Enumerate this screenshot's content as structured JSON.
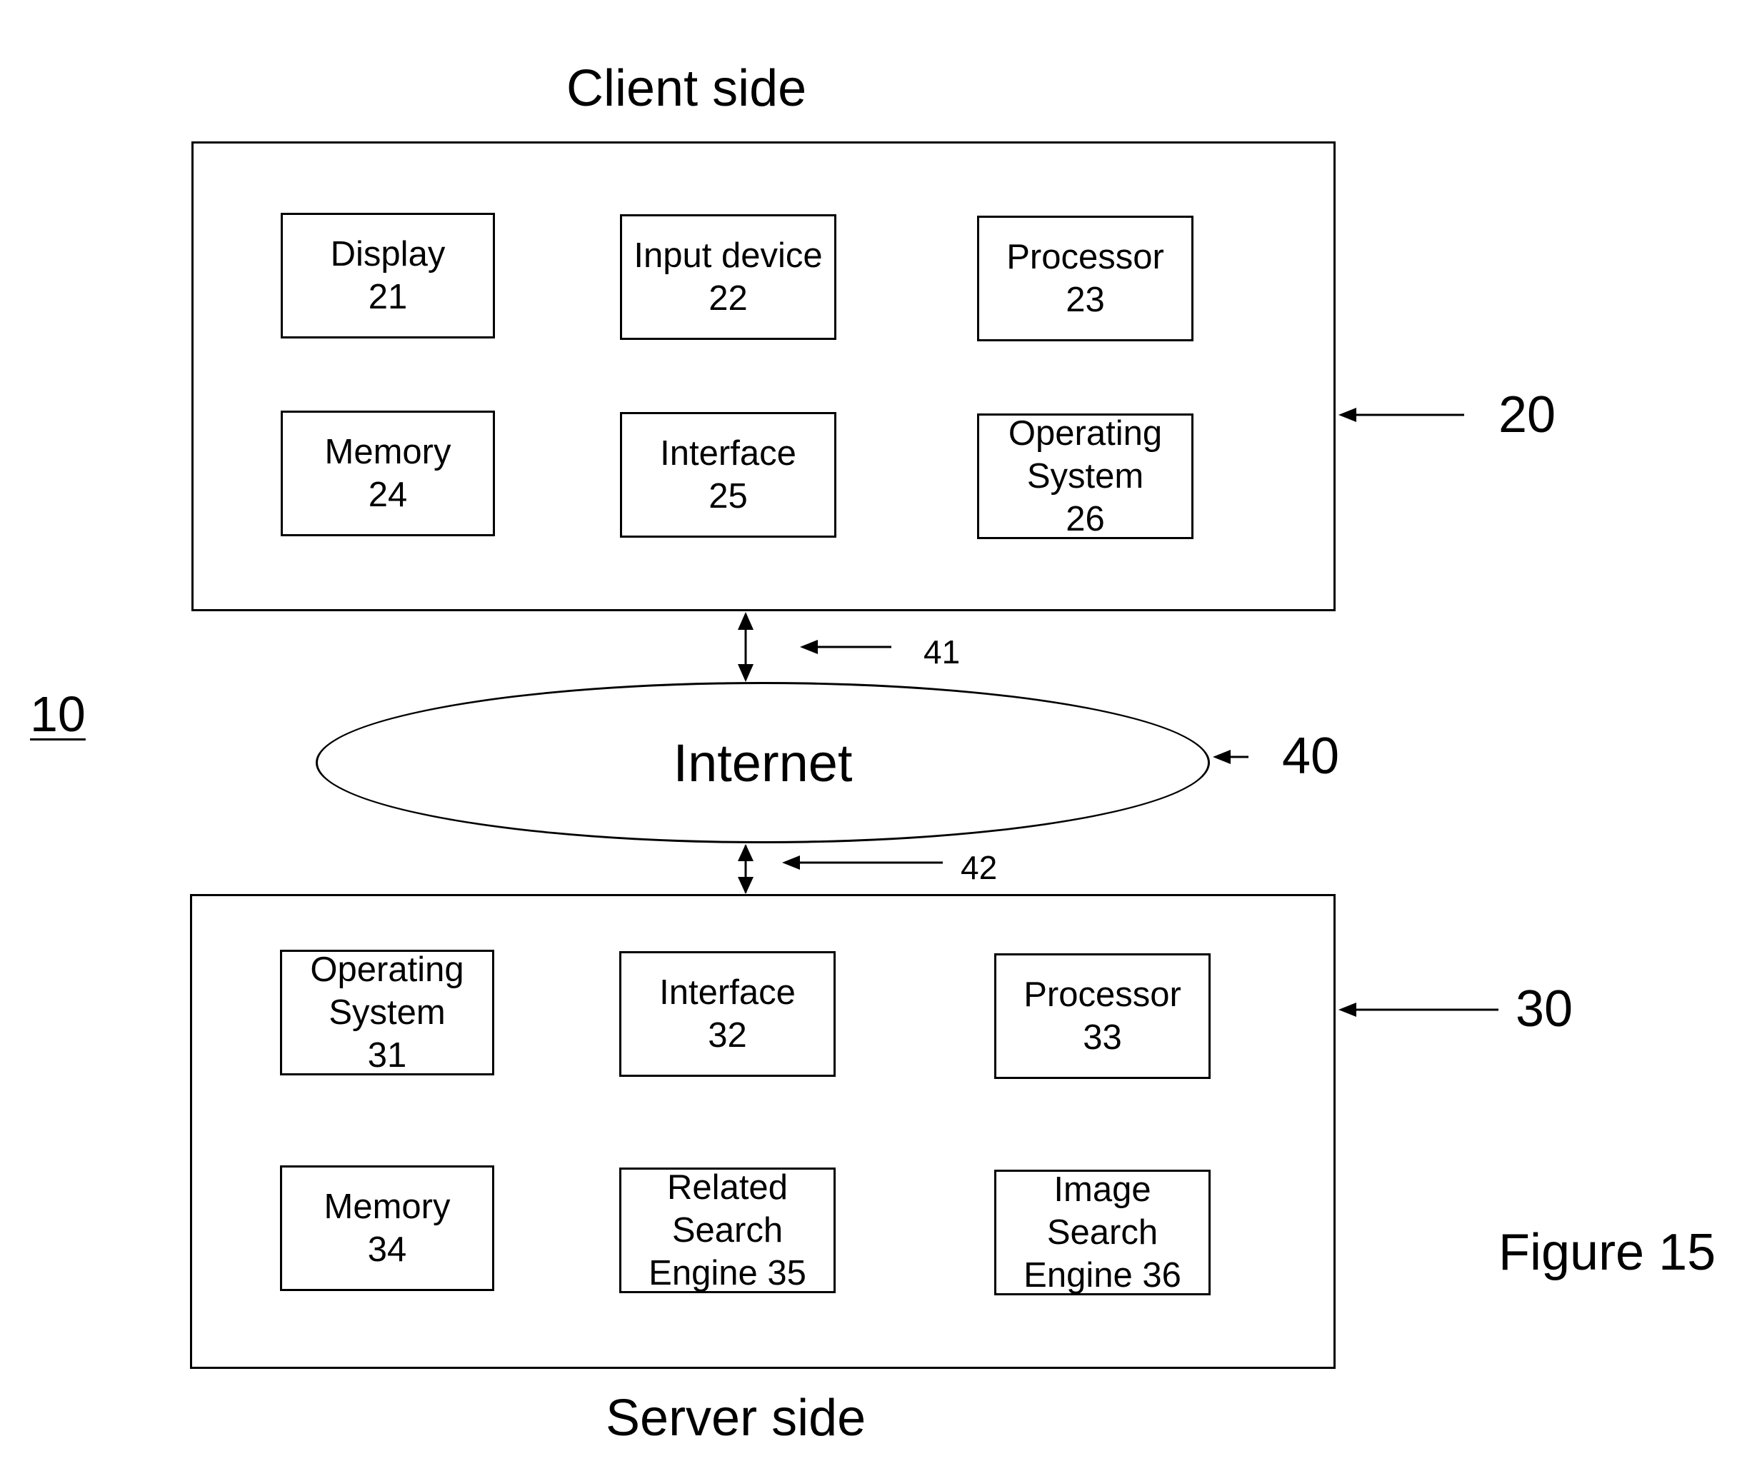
{
  "diagram": {
    "system_ref": "10",
    "client": {
      "title": "Client side",
      "ref": "20",
      "components": [
        {
          "name": "Display",
          "ref": "21"
        },
        {
          "name": "Input device",
          "ref": "22"
        },
        {
          "name": "Processor",
          "ref": "23"
        },
        {
          "name": "Memory",
          "ref": "24"
        },
        {
          "name": "Interface",
          "ref": "25"
        },
        {
          "name_line1": "Operating",
          "name_line2": "System",
          "ref": "26"
        }
      ]
    },
    "network": {
      "label": "Internet",
      "ref": "40",
      "link_upper_ref": "41",
      "link_lower_ref": "42"
    },
    "server": {
      "title": "Server side",
      "ref": "30",
      "components": [
        {
          "name_line1": "Operating",
          "name_line2": "System",
          "ref": "31"
        },
        {
          "name": "Interface",
          "ref": "32"
        },
        {
          "name": "Processor",
          "ref": "33"
        },
        {
          "name": "Memory",
          "ref": "34"
        },
        {
          "name_line1": "Related",
          "name_line2": "Search",
          "name_line3": "Engine 35"
        },
        {
          "name_line1": "Image",
          "name_line2": "Search",
          "name_line3": "Engine 36"
        }
      ]
    },
    "figure_label": "Figure 15"
  }
}
